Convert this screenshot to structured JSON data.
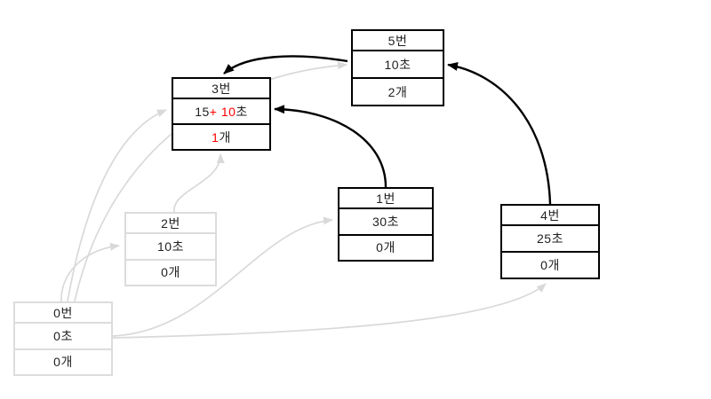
{
  "diagram": {
    "background": "#ffffff",
    "colors": {
      "node_border_black": "#000000",
      "node_border_gray": "#dcdcdc",
      "text": "#1f1f1f",
      "highlight_red": "#ff0000",
      "edge_black": "#000000",
      "edge_gray": "#d9d9d9"
    },
    "nodes": [
      {
        "id": "5",
        "title": "5번",
        "variant": "black",
        "time": [
          {
            "t": "10초",
            "c": "black"
          }
        ],
        "count": [
          {
            "t": "2개",
            "c": "black"
          }
        ]
      },
      {
        "id": "3",
        "title": "3번",
        "variant": "black",
        "time": [
          {
            "t": "15 ",
            "c": "black"
          },
          {
            "t": "+ 10",
            "c": "red"
          },
          {
            "t": "초",
            "c": "black"
          }
        ],
        "count": [
          {
            "t": "1",
            "c": "red"
          },
          {
            "t": "개",
            "c": "black"
          }
        ]
      },
      {
        "id": "1",
        "title": "1번",
        "variant": "black",
        "time": [
          {
            "t": "30초",
            "c": "black"
          }
        ],
        "count": [
          {
            "t": "0개",
            "c": "black"
          }
        ]
      },
      {
        "id": "4",
        "title": "4번",
        "variant": "black",
        "time": [
          {
            "t": "25초",
            "c": "black"
          }
        ],
        "count": [
          {
            "t": "0개",
            "c": "black"
          }
        ]
      },
      {
        "id": "2",
        "title": "2번",
        "variant": "gray",
        "time": [
          {
            "t": "10초",
            "c": "black"
          }
        ],
        "count": [
          {
            "t": "0개",
            "c": "black"
          }
        ]
      },
      {
        "id": "0",
        "title": "0번",
        "variant": "gray",
        "time": [
          {
            "t": "0초",
            "c": "black"
          }
        ],
        "count": [
          {
            "t": "0개",
            "c": "black"
          }
        ]
      }
    ],
    "edges": [
      {
        "id": "5-3",
        "from": "5",
        "to": "3",
        "style": "black"
      },
      {
        "id": "1-3",
        "from": "1",
        "to": "3",
        "style": "black"
      },
      {
        "id": "4-5",
        "from": "4",
        "to": "5",
        "style": "black"
      },
      {
        "id": "0-2",
        "from": "0",
        "to": "2",
        "style": "gray"
      },
      {
        "id": "0-3",
        "from": "0",
        "to": "3",
        "style": "gray"
      },
      {
        "id": "0-5",
        "from": "0",
        "to": "5",
        "style": "gray"
      },
      {
        "id": "0-1",
        "from": "0",
        "to": "1",
        "style": "gray"
      },
      {
        "id": "0-4",
        "from": "0",
        "to": "4",
        "style": "gray"
      },
      {
        "id": "2-3",
        "from": "2",
        "to": "3",
        "style": "gray"
      }
    ]
  }
}
